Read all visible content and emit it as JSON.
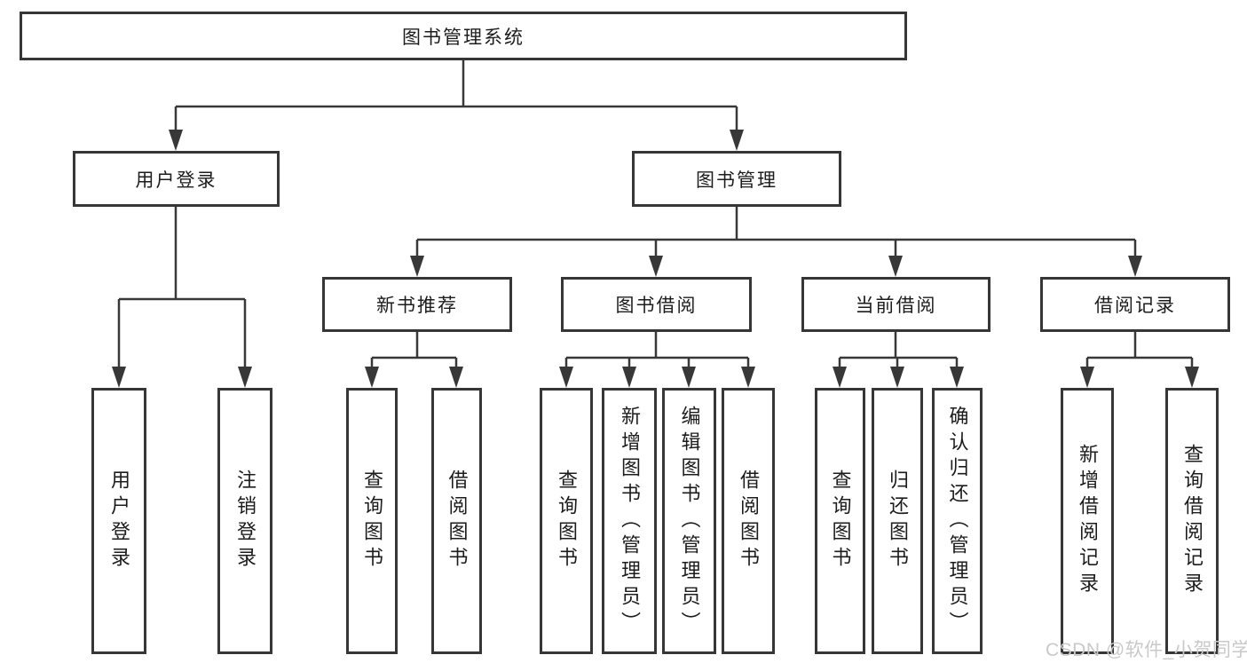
{
  "diagram": {
    "watermark": "CSDN @软件_小贺同学",
    "colors": {
      "background": "#ffffff",
      "border": "#363636",
      "line": "#383838",
      "text": "#1c1c1c",
      "watermark": "#c9c9c9"
    },
    "nodes": {
      "root": {
        "label": "图书管理系统"
      },
      "userLogin": {
        "label": "用户登录"
      },
      "bookMgmt": {
        "label": "图书管理"
      },
      "newBookRec": {
        "label": "新书推荐"
      },
      "bookBorrow": {
        "label": "图书借阅"
      },
      "currentBorrow": {
        "label": "当前借阅"
      },
      "borrowRecords": {
        "label": "借阅记录"
      },
      "leafUserLogin": {
        "label": "用户登录"
      },
      "leafLogout": {
        "label": "注销登录"
      },
      "leafNbQuery": {
        "label": "查询图书"
      },
      "leafNbBorrow": {
        "label": "借阅图书"
      },
      "leafBbQuery": {
        "label": "查询图书"
      },
      "leafBbAdd": {
        "label": "新增图书（管理员）"
      },
      "leafBbEdit": {
        "label": "编辑图书（管理员）"
      },
      "leafBbBorrow": {
        "label": "借阅图书"
      },
      "leafCbQuery": {
        "label": "查询图书"
      },
      "leafCbReturn": {
        "label": "归还图书"
      },
      "leafCbConfirm": {
        "label": "确认归还（管理员）"
      },
      "leafBrAdd": {
        "label": "新增借阅记录"
      },
      "leafBrQuery": {
        "label": "查询借阅记录"
      }
    },
    "structure": {
      "root": [
        "userLogin",
        "bookMgmt"
      ],
      "userLogin": [
        "leafUserLogin",
        "leafLogout"
      ],
      "bookMgmt": [
        "newBookRec",
        "bookBorrow",
        "currentBorrow",
        "borrowRecords"
      ],
      "newBookRec": [
        "leafNbQuery",
        "leafNbBorrow"
      ],
      "bookBorrow": [
        "leafBbQuery",
        "leafBbAdd",
        "leafBbEdit",
        "leafBbBorrow"
      ],
      "currentBorrow": [
        "leafCbQuery",
        "leafCbReturn",
        "leafCbConfirm"
      ],
      "borrowRecords": [
        "leafBrAdd",
        "leafBrQuery"
      ]
    }
  }
}
